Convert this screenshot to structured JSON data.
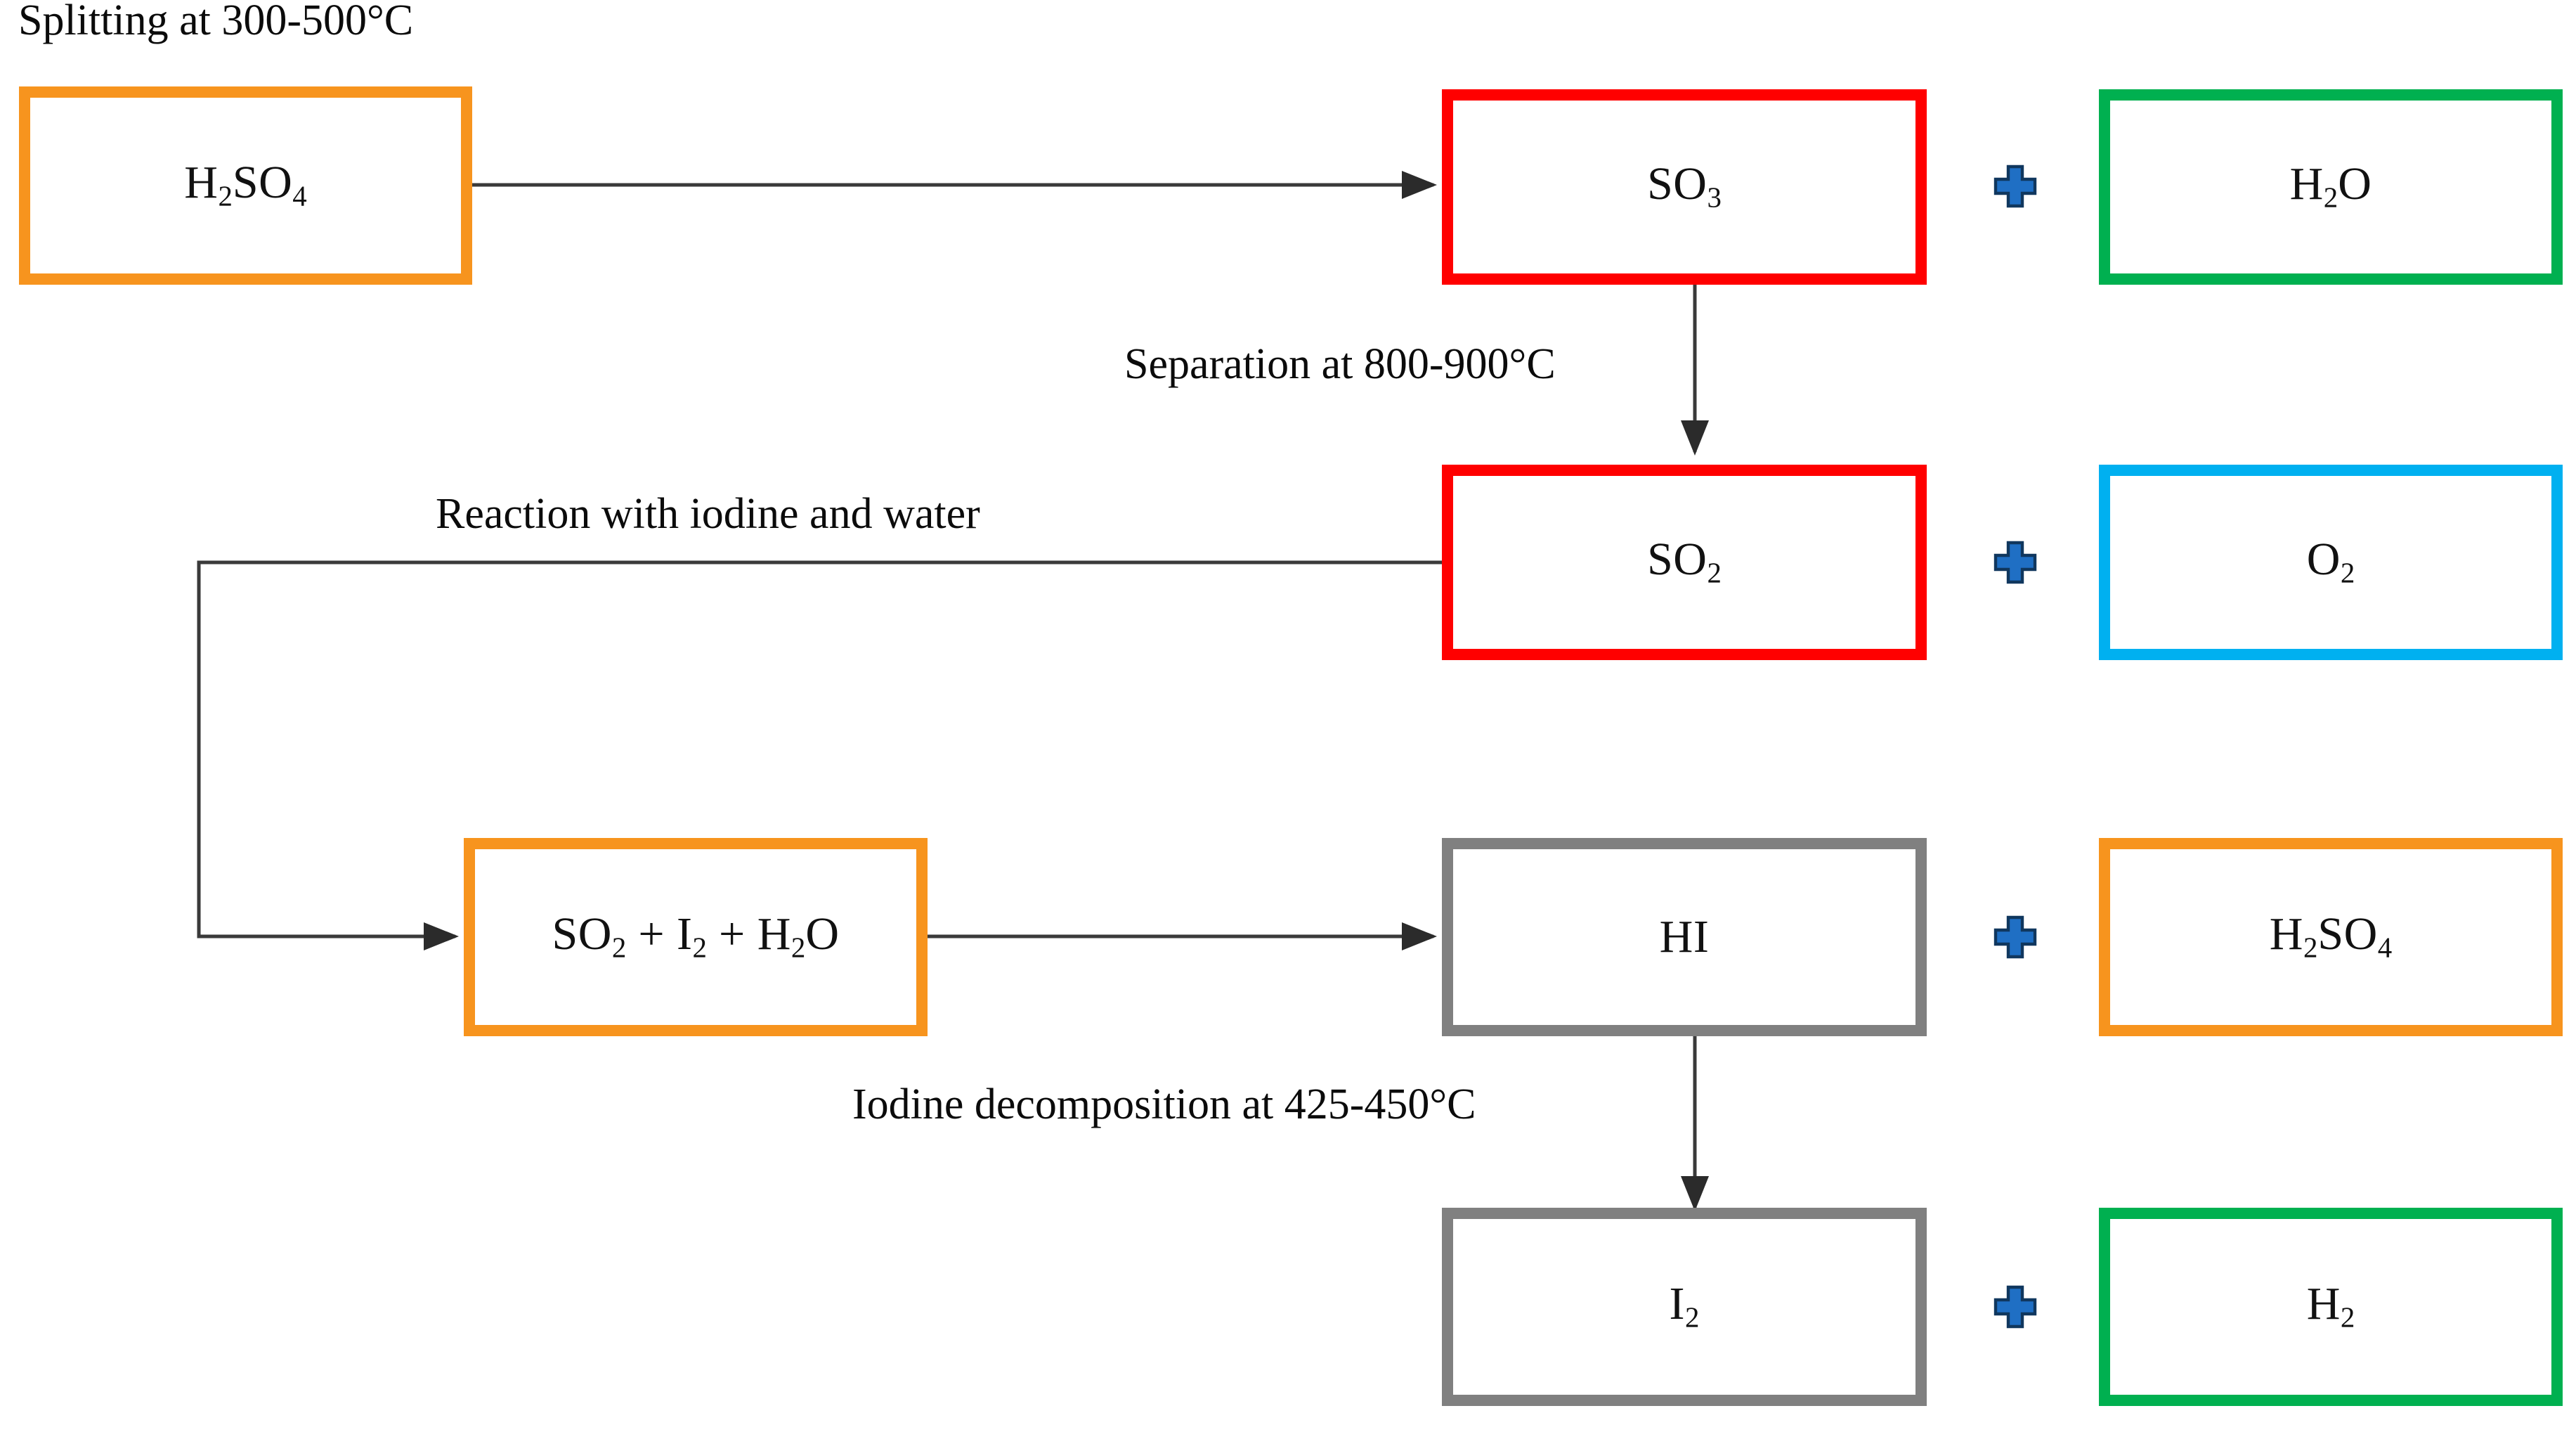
{
  "diagram": {
    "title": "Sulfur-iodine thermochemical water splitting cycle flow diagram",
    "background": "#ffffff",
    "colors": {
      "orange": "#F7941E",
      "red": "#FF0000",
      "green": "#00B050",
      "cyan": "#00B0F0",
      "gray": "#808080",
      "plus_fill": "#1F6FC4",
      "plus_stroke": "#10375E",
      "line": "#3A3A3A",
      "text": "#111111"
    },
    "nodes": [
      {
        "id": "h2so4-feed",
        "label": "H2SO4",
        "html": "H<sub>2</sub>SO<sub>4</sub>",
        "color": "#F7941E",
        "row": 1,
        "col": "left"
      },
      {
        "id": "so3",
        "label": "SO3",
        "html": "SO<sub>3</sub>",
        "color": "#FF0000",
        "row": 1,
        "col": "center"
      },
      {
        "id": "h2o",
        "label": "H2O",
        "html": "H<sub>2</sub>O",
        "color": "#00B050",
        "row": 1,
        "col": "right"
      },
      {
        "id": "so2",
        "label": "SO2",
        "html": "SO<sub>2</sub>",
        "color": "#FF0000",
        "row": 2,
        "col": "center"
      },
      {
        "id": "o2",
        "label": "O2",
        "html": "O<sub>2</sub>",
        "color": "#00B0F0",
        "row": 2,
        "col": "right"
      },
      {
        "id": "so2-i2-h2o",
        "label": "SO2 + I2 + H2O",
        "html": "SO<sub>2</sub> + I<sub>2</sub> + H<sub>2</sub>O",
        "color": "#F7941E",
        "row": 3,
        "col": "left-mid"
      },
      {
        "id": "hi",
        "label": "HI",
        "html": "HI",
        "color": "#808080",
        "row": 3,
        "col": "center"
      },
      {
        "id": "h2so4-out",
        "label": "H2SO4",
        "html": "H<sub>2</sub>SO<sub>4</sub>",
        "color": "#F7941E",
        "row": 3,
        "col": "right"
      },
      {
        "id": "i2",
        "label": "I2",
        "html": "I<sub>2</sub>",
        "color": "#808080",
        "row": 4,
        "col": "center"
      },
      {
        "id": "h2",
        "label": "H2",
        "html": "H<sub>2</sub>",
        "color": "#00B050",
        "row": 4,
        "col": "right"
      }
    ],
    "edge_labels": [
      {
        "id": "splitting",
        "text": "Splitting at 300-500°C"
      },
      {
        "id": "separation",
        "text": "Separation at 800-900°C"
      },
      {
        "id": "reaction",
        "text": "Reaction with iodine and water"
      },
      {
        "id": "iodine-dec",
        "text": "Iodine decomposition at 425-450°C"
      }
    ],
    "plus_icons": [
      {
        "id": "plus-row-1",
        "name": "plus-icon"
      },
      {
        "id": "plus-row-2",
        "name": "plus-icon"
      },
      {
        "id": "plus-row-3",
        "name": "plus-icon"
      },
      {
        "id": "plus-row-4",
        "name": "plus-icon"
      }
    ]
  }
}
